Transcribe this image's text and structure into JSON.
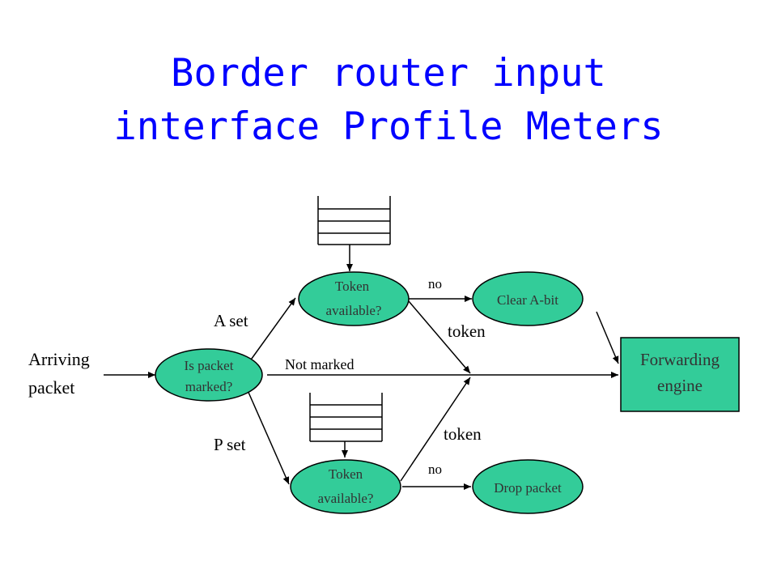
{
  "title": {
    "line1": "Border router input",
    "line2": "interface Profile Meters"
  },
  "colors": {
    "title": "#0000ff",
    "node_fill": "#33cc99",
    "edge": "#000000"
  },
  "labels": {
    "arriving_line1": "Arriving",
    "arriving_line2": "packet",
    "a_set": "A set",
    "p_set": "P set",
    "not_marked": "Not marked",
    "no_top": "no",
    "no_bottom": "no",
    "token_top": "token",
    "token_bottom": "token"
  },
  "nodes": {
    "is_marked": {
      "line1": "Is packet",
      "line2": "marked?"
    },
    "token_top": {
      "line1": "Token",
      "line2": "available?"
    },
    "token_bottom": {
      "line1": "Token",
      "line2": "available?"
    },
    "clear_abit": {
      "text": "Clear A-bit"
    },
    "drop_packet": {
      "text": "Drop packet"
    },
    "forwarding": {
      "line1": "Forwarding",
      "line2": "engine"
    }
  }
}
